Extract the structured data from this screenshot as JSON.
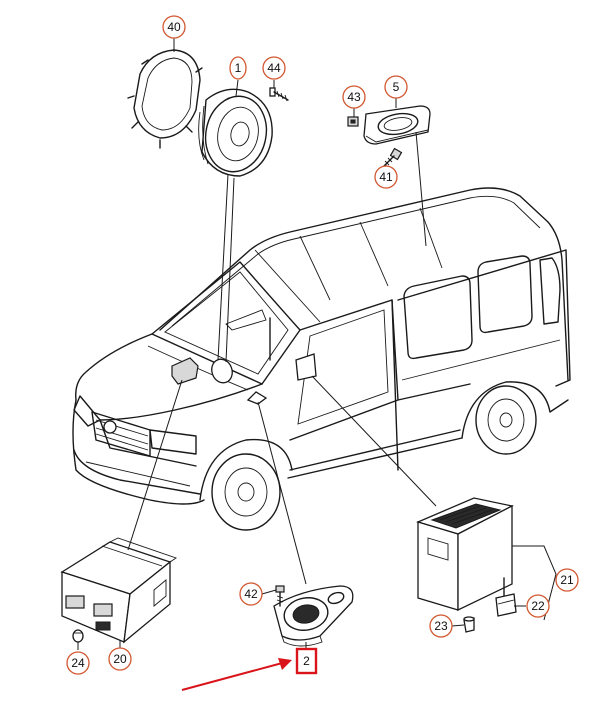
{
  "diagram": {
    "callouts": {
      "c1": "1",
      "c2": "2",
      "c5": "5",
      "c20": "20",
      "c21": "21",
      "c22": "22",
      "c23": "23",
      "c24": "24",
      "c40": "40",
      "c41": "41",
      "c42": "42",
      "c43": "43",
      "c44": "44"
    },
    "colors": {
      "callout_ring": "#d2572f",
      "highlight": "#d9141b",
      "line": "#1a1a1a"
    }
  }
}
